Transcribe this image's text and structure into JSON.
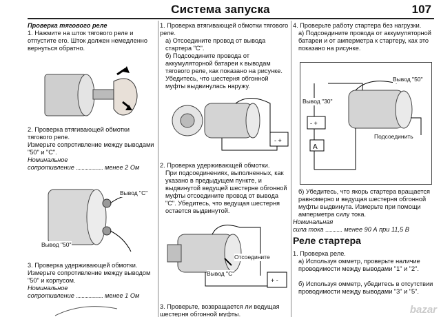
{
  "header": {
    "title": "Система запуска",
    "page_number": "107"
  },
  "col1": {
    "heading": "Проверка тягового реле",
    "p1": "1. Нажмите на шток тягового реле и отпустите его. Шток должен немедленно вернуться обратно.",
    "p2": "2. Проверка втягивающей обмотки тягового реле.",
    "p2b": "Измерьте сопротивление между выводами \"50\" и \"С\".",
    "nom1a": "Номинальное",
    "nom1b": "сопротивление",
    "nom1dots": "...................",
    "nom1val": "менее 2 Ом",
    "lbl_c": "Вывод \"С\"",
    "lbl_50": "Вывод \"50\"",
    "p3": "3. Проверка удерживающей обмотки. Измерьте сопротивление между выводом \"50\" и корпусом.",
    "nom2a": "Номинальное",
    "nom2b": "сопротивление",
    "nom2dots": "...................",
    "nom2val": "менее 1 Ом"
  },
  "col2": {
    "p1": "1. Проверка втягивающей обмотки тягового реле.",
    "p1a": "а) Отсоедините провод от вывода стартера \"С\".",
    "p1b": "б) Подсоедините провода от аккумуляторной батареи к выводам тягового реле, как показано на рисунке. Убедитесь, что шестерня обгонной муфты выдвинулась наружу.",
    "p2": "2. Проверка удерживающей обмотки.",
    "p2a": "При подсоединениях, выполненных, как указано в предыдущем пункте, и выдвинутой ведущей шестерне обгонной муфты отсоедините провод от вывода \"С\". Убедитесь, что ведущая шестерня остается выдвинутой.",
    "lbl_c": "Вывод \"С\"",
    "lbl_disc": "Отсоедините",
    "p3": "3. Проверьте, возвращается ли ведущая шестерня обгонной муфты."
  },
  "col3": {
    "p4": "4. Проверьте работу стартера без нагрузки.",
    "p4a": "а) Подсоедините провода от аккумуляторной батареи и от амперметра к стартеру, как это показано на рисунке.",
    "lbl_30": "Вывод \"30\"",
    "lbl_50": "Вывод \"50\"",
    "lbl_conn": "Подсоединить",
    "ammeter": "A",
    "p4b": "б) Убедитесь, что якорь стартера вращается равномерно и ведущая шестерня обгонной муфты выдвинута. Измерьте при помощи амперметра силу тока.",
    "nom_a": "Номинальная",
    "nom_b": "сила тока",
    "nom_dots": "............",
    "nom_val": "менее 90 А при 11,5 В",
    "relay_title": "Реле стартера",
    "r1": "1. Проверка реле.",
    "r1a": "а) Используя омметр, проверьте наличие проводимости между выводами \"1\" и \"2\".",
    "r1b": "б) Используя омметр, убедитесь в отсутствии проводимости между выводами \"3\" и \"5\"."
  },
  "watermark": "bazar"
}
